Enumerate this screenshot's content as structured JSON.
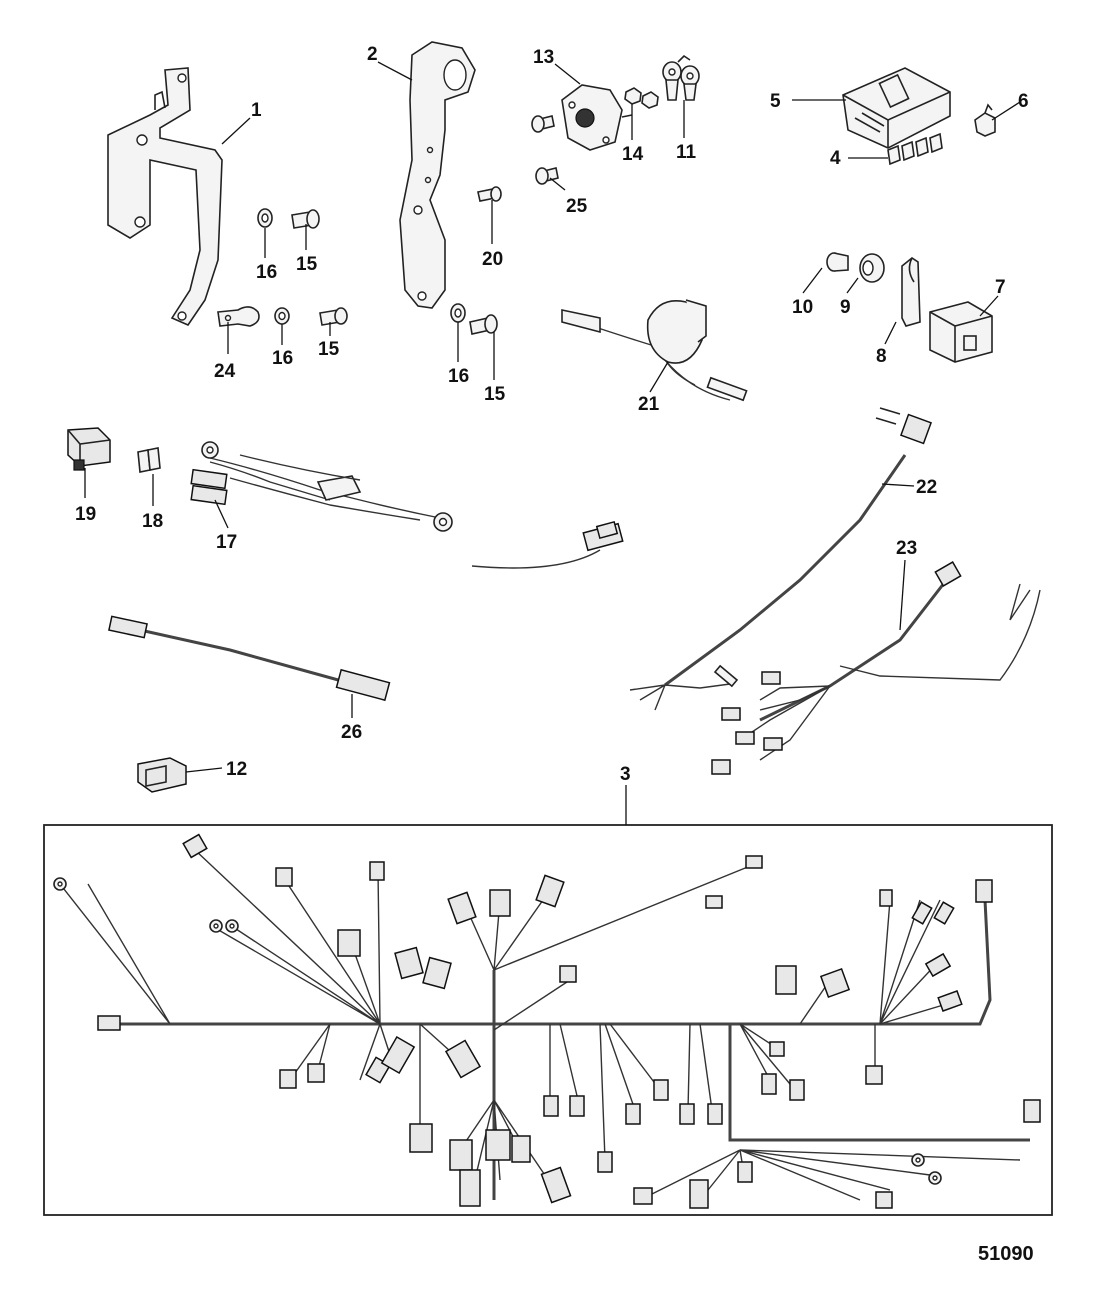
{
  "figure_number": "51090",
  "callouts": {
    "c1": "1",
    "c2": "2",
    "c3": "3",
    "c4": "4",
    "c5": "5",
    "c6": "6",
    "c7": "7",
    "c8": "8",
    "c9": "9",
    "c10": "10",
    "c11": "11",
    "c12": "12",
    "c13": "13",
    "c14": "14",
    "c15a": "15",
    "c15b": "15",
    "c15c": "15",
    "c16a": "16",
    "c16b": "16",
    "c16c": "16",
    "c17": "17",
    "c18": "18",
    "c19": "19",
    "c20": "20",
    "c21": "21",
    "c22": "22",
    "c23": "23",
    "c24": "24",
    "c25": "25",
    "c26": "26"
  }
}
